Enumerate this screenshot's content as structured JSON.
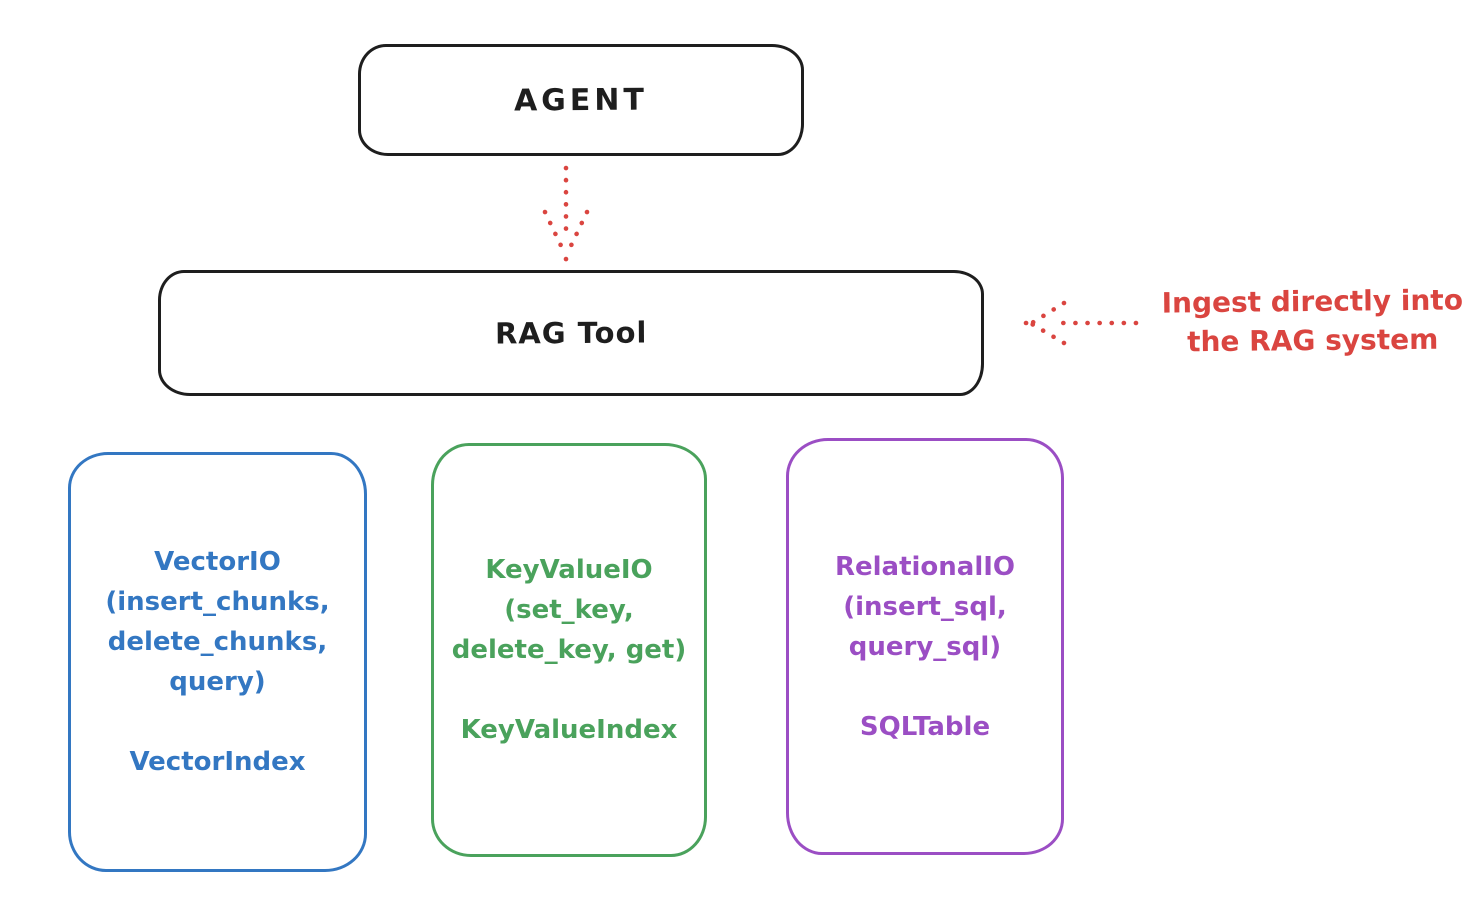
{
  "diagram": {
    "agent_box": {
      "label": "AGENT"
    },
    "rag_box": {
      "label": "RAG Tool"
    },
    "annotation": {
      "line1": "Ingest directly into",
      "line2": "the RAG system"
    },
    "arrows": [
      {
        "name": "agent-to-rag-arrow",
        "style": "dotted",
        "direction": "down"
      },
      {
        "name": "ingest-into-rag-arrow",
        "style": "dotted",
        "direction": "left"
      }
    ],
    "backends": [
      {
        "id": "vector-io",
        "color": "#3377c2",
        "lines": [
          "VectorIO",
          "(insert_chunks,",
          "delete_chunks,",
          "query)",
          "",
          "VectorIndex"
        ]
      },
      {
        "id": "keyvalue-io",
        "color": "#4aa25c",
        "lines": [
          "KeyValueIO",
          "(set_key,",
          "delete_key, get)",
          "",
          "KeyValueIndex"
        ]
      },
      {
        "id": "relational-io",
        "color": "#9b4ec4",
        "lines": [
          "RelationalIO",
          "(insert_sql,",
          "query_sql)",
          "",
          "SQLTable"
        ]
      }
    ]
  },
  "colors": {
    "black": "#1e1e1e",
    "red": "#da4540",
    "blue": "#3377c2",
    "green": "#4aa25c",
    "purple": "#9b4ec4"
  }
}
